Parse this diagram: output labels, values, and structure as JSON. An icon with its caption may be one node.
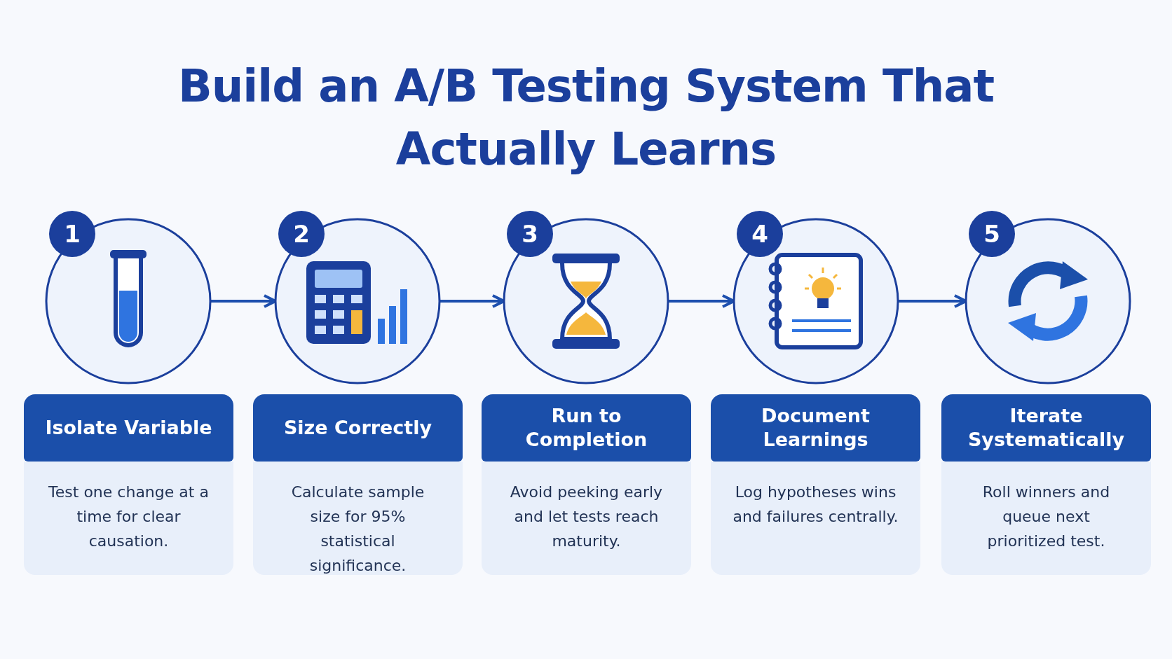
{
  "diagram": {
    "title": "Build an A/B Testing System That Actually Learns",
    "nodes": [
      {
        "text": [
          "1"
        ]
      },
      {
        "text": [
          "Isolate Variable",
          "Test one change at a time for clear causation."
        ]
      },
      {
        "text": [
          "2"
        ]
      },
      {
        "text": [
          "Size Correctly",
          "Calculate sample size for 95% statistical significance."
        ]
      },
      {
        "text": [
          "3"
        ]
      },
      {
        "text": [
          "Run to Completion",
          "Avoid peeking early and let tests reach maturity."
        ]
      },
      {
        "text": [
          "4"
        ]
      },
      {
        "text": [
          "Document Learnings",
          "Log hypotheses wins and failures centrally."
        ]
      },
      {
        "text": [
          "5"
        ]
      },
      {
        "text": [
          "Iterate Systematically",
          "Roll winners and queue next prioritized test."
        ]
      }
    ],
    "edges": [
      {
        "from": 0,
        "to": 2,
        "arrow": "to"
      },
      {
        "from": 2,
        "to": 4,
        "arrow": "to"
      },
      {
        "from": 4,
        "to": 6,
        "arrow": "to"
      },
      {
        "from": 6,
        "to": 8,
        "arrow": "to"
      }
    ]
  }
}
